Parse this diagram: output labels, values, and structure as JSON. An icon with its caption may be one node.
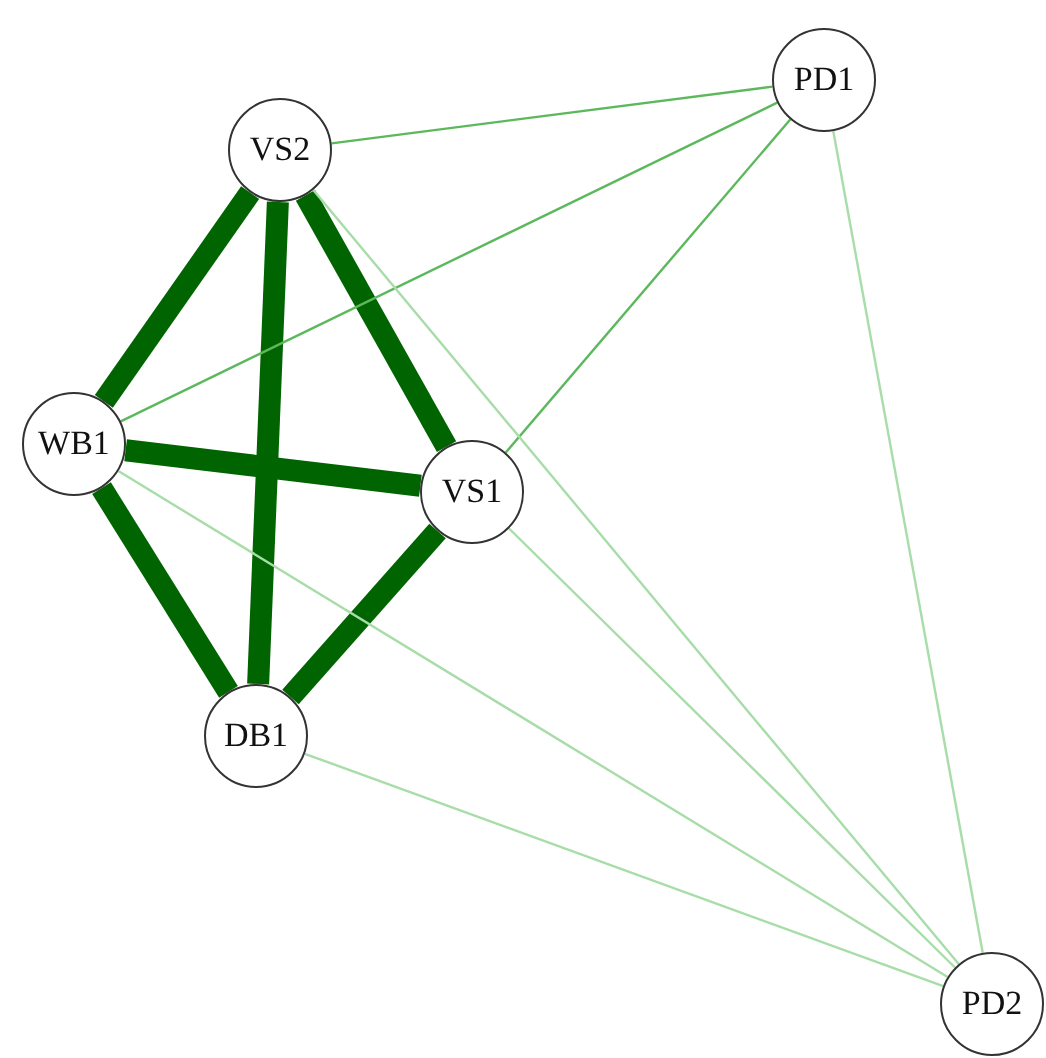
{
  "diagram": {
    "nodes": [
      {
        "text": [
          "VS2"
        ]
      },
      {
        "text": [
          "PD1"
        ]
      },
      {
        "text": [
          "WB1"
        ]
      },
      {
        "text": [
          "VS1"
        ]
      },
      {
        "text": [
          "DB1"
        ]
      },
      {
        "text": [
          "PD2"
        ]
      }
    ],
    "edges": [
      {
        "from": 0,
        "to": 2,
        "arrow": "none",
        "style": "thick"
      },
      {
        "from": 0,
        "to": 4,
        "arrow": "none",
        "style": "thick"
      },
      {
        "from": 0,
        "to": 3,
        "arrow": "none",
        "style": "thick"
      },
      {
        "from": 2,
        "to": 3,
        "arrow": "none",
        "style": "thick"
      },
      {
        "from": 2,
        "to": 4,
        "arrow": "none",
        "style": "thick"
      },
      {
        "from": 3,
        "to": 4,
        "arrow": "none",
        "style": "thick"
      },
      {
        "from": 0,
        "to": 1,
        "arrow": "none",
        "color": "#5cb85c"
      },
      {
        "from": 2,
        "to": 1,
        "arrow": "none",
        "color": "#5cb85c"
      },
      {
        "from": 3,
        "to": 1,
        "arrow": "none",
        "color": "#5cb85c"
      },
      {
        "from": 1,
        "to": 5,
        "arrow": "none",
        "color": "#a8dca8"
      },
      {
        "from": 0,
        "to": 5,
        "arrow": "none",
        "color": "#a8dca8"
      },
      {
        "from": 2,
        "to": 5,
        "arrow": "none",
        "color": "#a8dca8"
      },
      {
        "from": 3,
        "to": 5,
        "arrow": "none",
        "color": "#a8dca8"
      },
      {
        "from": 4,
        "to": 5,
        "arrow": "none",
        "color": "#a8dca8"
      }
    ]
  }
}
